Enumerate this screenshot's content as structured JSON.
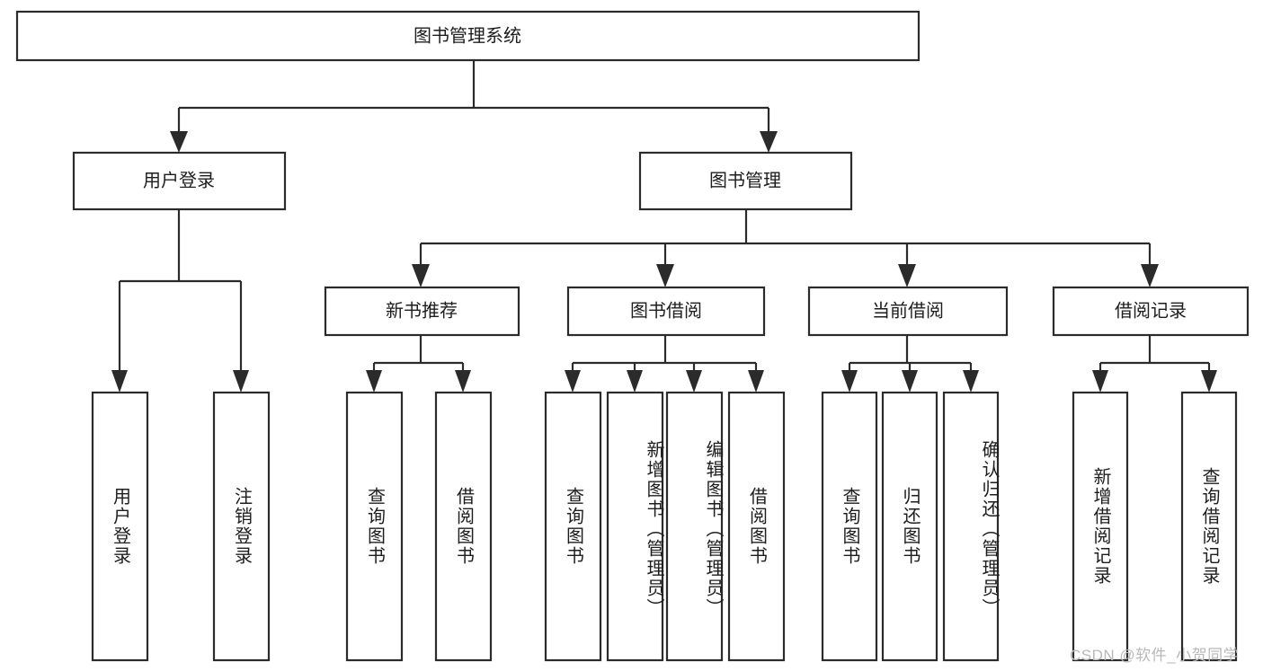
{
  "diagram": {
    "type": "tree-hierarchy-functional-decomposition",
    "title": "图书管理系统",
    "background_color": "#ffffff",
    "line_color": "#2b2b2b",
    "text_color": "#1d1d1d",
    "levels": [
      {
        "level": 1,
        "nodes": [
          {
            "id": "root",
            "label": "图书管理系统",
            "orientation": "horizontal"
          }
        ]
      },
      {
        "level": 2,
        "nodes": [
          {
            "id": "user-login",
            "label": "用户登录",
            "orientation": "horizontal"
          },
          {
            "id": "book-manage",
            "label": "图书管理",
            "orientation": "horizontal"
          }
        ]
      },
      {
        "level": 3,
        "nodes": [
          {
            "id": "new-book-rec",
            "label": "新书推荐",
            "orientation": "horizontal"
          },
          {
            "id": "book-borrow",
            "label": "图书借阅",
            "orientation": "horizontal"
          },
          {
            "id": "current-borrow",
            "label": "当前借阅",
            "orientation": "horizontal"
          },
          {
            "id": "borrow-record",
            "label": "借阅记录",
            "orientation": "horizontal"
          }
        ]
      },
      {
        "level": 4,
        "nodes": [
          {
            "id": "leaf-user-login",
            "label": "用户登录",
            "orientation": "vertical",
            "parent": "user-login"
          },
          {
            "id": "leaf-logout",
            "label": "注销登录",
            "orientation": "vertical",
            "parent": "user-login"
          },
          {
            "id": "leaf-query-book-1",
            "label": "查询图书",
            "orientation": "vertical",
            "parent": "new-book-rec"
          },
          {
            "id": "leaf-borrow-book-1",
            "label": "借阅图书",
            "orientation": "vertical",
            "parent": "new-book-rec"
          },
          {
            "id": "leaf-query-book-2",
            "label": "查询图书",
            "orientation": "vertical",
            "parent": "book-borrow"
          },
          {
            "id": "leaf-add-book",
            "label": "新增图书（管理员）",
            "orientation": "vertical",
            "parent": "book-borrow"
          },
          {
            "id": "leaf-edit-book",
            "label": "编辑图书（管理员）",
            "orientation": "vertical",
            "parent": "book-borrow"
          },
          {
            "id": "leaf-borrow-book-2",
            "label": "借阅图书",
            "orientation": "vertical",
            "parent": "book-borrow"
          },
          {
            "id": "leaf-query-book-3",
            "label": "查询图书",
            "orientation": "vertical",
            "parent": "current-borrow"
          },
          {
            "id": "leaf-return-book",
            "label": "归还图书",
            "orientation": "vertical",
            "parent": "current-borrow"
          },
          {
            "id": "leaf-confirm-return",
            "label": "确认归还（管理员）",
            "orientation": "vertical",
            "parent": "current-borrow"
          },
          {
            "id": "leaf-add-record",
            "label": "新增借阅记录",
            "orientation": "vertical",
            "parent": "borrow-record"
          },
          {
            "id": "leaf-query-record",
            "label": "查询借阅记录",
            "orientation": "vertical",
            "parent": "borrow-record"
          }
        ]
      }
    ]
  },
  "watermark": {
    "text": "CSDN @软件_小贺同学"
  }
}
